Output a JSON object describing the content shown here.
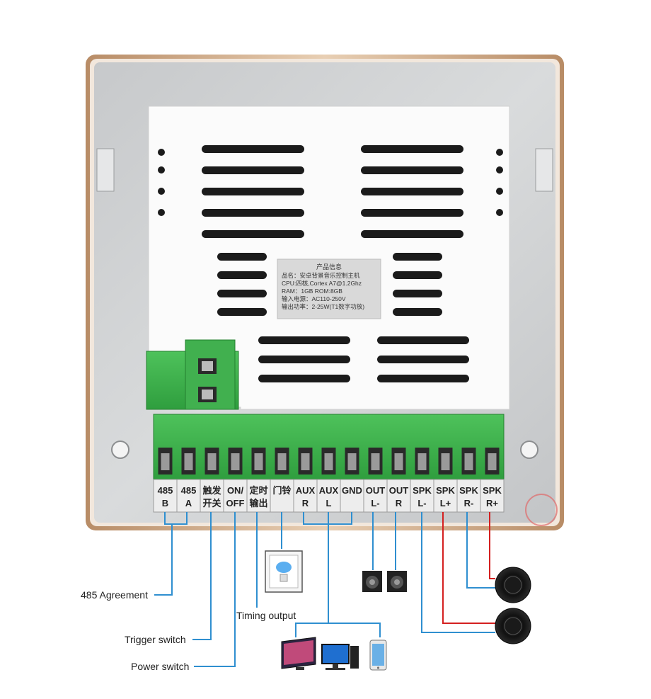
{
  "product_label": {
    "title": "产品信息",
    "lines": [
      "品名：安卓背景音乐控制主机",
      "CPU:四核,Cortex A7@1.2Ghz",
      "RAM：1GB    ROM:8GB",
      "输入电源：AC110-250V",
      "输出功率：2-25W(T1数字功放)"
    ]
  },
  "terminals": [
    {
      "top": "485",
      "bottom": "B"
    },
    {
      "top": "485",
      "bottom": "A"
    },
    {
      "top": "触发",
      "bottom": "开关"
    },
    {
      "top": "ON/",
      "bottom": "OFF"
    },
    {
      "top": "定时",
      "bottom": "输出"
    },
    {
      "top": "门铃",
      "bottom": ""
    },
    {
      "top": "AUX",
      "bottom": "R"
    },
    {
      "top": "AUX",
      "bottom": "L"
    },
    {
      "top": "GND",
      "bottom": ""
    },
    {
      "top": "OUT",
      "bottom": "L-"
    },
    {
      "top": "OUT",
      "bottom": "R"
    },
    {
      "top": "SPK",
      "bottom": "L-"
    },
    {
      "top": "SPK",
      "bottom": "L+"
    },
    {
      "top": "SPK",
      "bottom": "R-"
    },
    {
      "top": "SPK",
      "bottom": "R+"
    }
  ],
  "callouts": {
    "agreement": "485 Agreement",
    "trigger": "Trigger switch",
    "power": "Power switch",
    "timing": "Timing output"
  },
  "colors": {
    "wire_blue": "#2f8fd0",
    "wire_red": "#d42020",
    "terminal_green": "#3cb54a",
    "panel_silver": "#cfd1d3",
    "frame_gold": "#c9a07a"
  },
  "icons": [
    "doorbell-icon",
    "speaker-icon",
    "ceiling-speaker-icon",
    "tv-icon",
    "computer-icon",
    "phone-icon"
  ]
}
